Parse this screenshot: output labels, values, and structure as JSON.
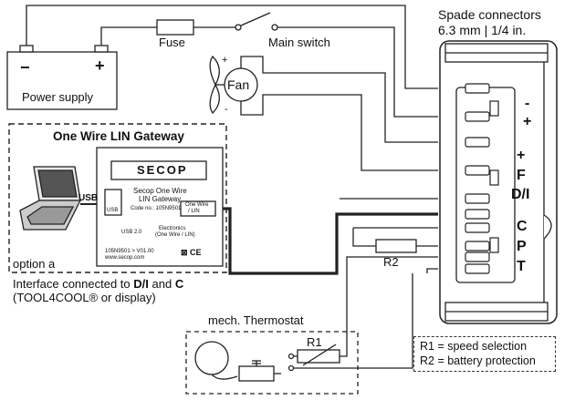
{
  "header": {
    "spade_line1": "Spade connectors",
    "spade_line2": "6.3 mm | 1/4 in."
  },
  "labels": {
    "fuse": "Fuse",
    "main_switch": "Main switch",
    "power_supply": "Power supply",
    "minus": "−",
    "plus": "+",
    "fan": "Fan",
    "fan_plus": "+",
    "fan_minus": "-",
    "r1": "R1",
    "r2": "R2",
    "thermostat": "mech. Thermostat"
  },
  "gateway": {
    "title": "One Wire LIN Gateway",
    "brand": "SECOP",
    "product_line1": "Secop One Wire",
    "product_line2": "LIN Gateway",
    "code": "Code no.: 105N9501",
    "box_line1": "One Wire",
    "box_line2": "/ LIN",
    "usb_badge": "USB",
    "usb_cable": "USB",
    "usb20": "USB 2.0",
    "electronics_line1": "Electronics",
    "electronics_line2": "(One Wire / LIN)",
    "version": "105N9501 > V01.00",
    "website": "www.secop.com",
    "cert": "⊠ CE",
    "option": "option a"
  },
  "interface_text": {
    "line1_prefix": "Interface connected to ",
    "di": "D/I",
    "and": " and ",
    "c": "C",
    "line2": "(TOOL4COOL® or display)"
  },
  "pins": [
    "-",
    "+",
    "+",
    "F",
    "D/I",
    "C",
    "P",
    "T"
  ],
  "legend": {
    "r1": "R1 = speed selection",
    "r2": "R2 = battery protection"
  }
}
